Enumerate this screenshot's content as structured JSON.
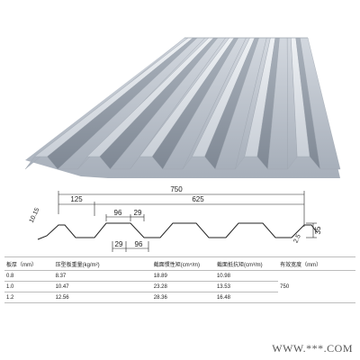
{
  "colors": {
    "sheet_light": "#dfe4ea",
    "sheet_mid": "#b9c0ca",
    "sheet_dark": "#8f98a4",
    "line": "#222222"
  },
  "dimensions": {
    "total_width": "750",
    "edge": "125",
    "pitch": "625",
    "top_flange": "96",
    "bottom_flange": "96",
    "web_top": "29",
    "web_bottom": "29",
    "height": "35",
    "gauge_left": "10.15",
    "gauge_right": "2.5"
  },
  "table": {
    "headers": [
      "板厚（mm）",
      "压型板重量(kg/m²)",
      "截面惯性矩(cm⁴/m)",
      "截面抵抗矩(cm³/m)",
      "有效宽度（mm）"
    ],
    "rows": [
      {
        "thickness": "0.8",
        "weight": "8.37",
        "inertia": "18.89",
        "modulus": "10.98"
      },
      {
        "thickness": "1.0",
        "weight": "10.47",
        "inertia": "23.28",
        "modulus": "13.53"
      },
      {
        "thickness": "1.2",
        "weight": "12.56",
        "inertia": "28.36",
        "modulus": "16.48"
      }
    ],
    "effective_width": "750"
  },
  "watermark": "WWW.***.COM"
}
